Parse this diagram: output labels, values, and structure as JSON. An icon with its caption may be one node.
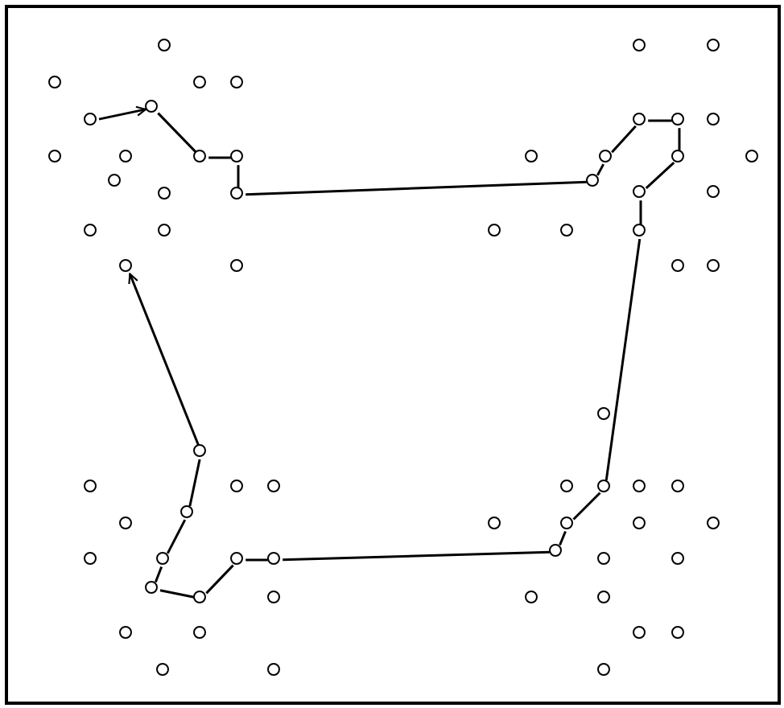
{
  "diagram": {
    "nodes": [
      {
        "text": [],
        "shape": "circle"
      },
      {
        "text": [],
        "shape": "circle"
      },
      {
        "text": [],
        "shape": "circle"
      },
      {
        "text": [],
        "shape": "circle"
      },
      {
        "text": [],
        "shape": "circle"
      },
      {
        "text": [],
        "shape": "circle"
      },
      {
        "text": [],
        "shape": "circle"
      },
      {
        "text": [],
        "shape": "circle"
      },
      {
        "text": [],
        "shape": "circle"
      },
      {
        "text": [],
        "shape": "circle"
      },
      {
        "text": [],
        "shape": "circle"
      },
      {
        "text": [],
        "shape": "circle"
      },
      {
        "text": [],
        "shape": "circle"
      },
      {
        "text": [],
        "shape": "circle"
      },
      {
        "text": [],
        "shape": "circle"
      },
      {
        "text": [],
        "shape": "circle"
      },
      {
        "text": [],
        "shape": "circle"
      },
      {
        "text": [],
        "shape": "circle"
      },
      {
        "text": [],
        "shape": "circle"
      },
      {
        "text": [],
        "shape": "circle"
      },
      {
        "text": [],
        "shape": "circle"
      },
      {
        "text": [],
        "shape": "circle"
      },
      {
        "text": [],
        "shape": "circle"
      },
      {
        "text": [],
        "shape": "circle"
      },
      {
        "text": [],
        "shape": "circle"
      },
      {
        "text": [],
        "shape": "circle"
      },
      {
        "text": [],
        "shape": "circle"
      },
      {
        "text": [],
        "shape": "circle"
      },
      {
        "text": [],
        "shape": "circle"
      },
      {
        "text": [],
        "shape": "circle"
      },
      {
        "text": [],
        "shape": "circle"
      },
      {
        "text": [],
        "shape": "circle"
      },
      {
        "text": [],
        "shape": "circle"
      },
      {
        "text": [],
        "shape": "circle"
      },
      {
        "text": [],
        "shape": "circle"
      },
      {
        "text": [],
        "shape": "circle"
      },
      {
        "text": [],
        "shape": "circle"
      },
      {
        "text": [],
        "shape": "circle"
      },
      {
        "text": [],
        "shape": "circle"
      },
      {
        "text": [],
        "shape": "circle"
      },
      {
        "text": [],
        "shape": "circle"
      },
      {
        "text": [],
        "shape": "circle"
      },
      {
        "text": [],
        "shape": "circle"
      },
      {
        "text": [],
        "shape": "circle"
      },
      {
        "text": [],
        "shape": "circle"
      },
      {
        "text": [],
        "shape": "circle"
      },
      {
        "text": [],
        "shape": "circle"
      },
      {
        "text": [],
        "shape": "circle"
      },
      {
        "text": [],
        "shape": "circle"
      },
      {
        "text": [],
        "shape": "circle"
      },
      {
        "text": [],
        "shape": "circle"
      },
      {
        "text": [],
        "shape": "circle"
      },
      {
        "text": [],
        "shape": "circle"
      },
      {
        "text": [],
        "shape": "circle"
      },
      {
        "text": [],
        "shape": "circle"
      },
      {
        "text": [],
        "shape": "circle"
      },
      {
        "text": [],
        "shape": "circle"
      },
      {
        "text": [],
        "shape": "circle"
      },
      {
        "text": [],
        "shape": "circle"
      },
      {
        "text": [],
        "shape": "circle"
      },
      {
        "text": [],
        "shape": "circle"
      },
      {
        "text": [],
        "shape": "circle"
      },
      {
        "text": [],
        "shape": "circle"
      },
      {
        "text": [],
        "shape": "circle"
      },
      {
        "text": [],
        "shape": "circle"
      },
      {
        "text": [],
        "shape": "circle"
      },
      {
        "text": [],
        "shape": "circle"
      },
      {
        "text": [],
        "shape": "circle"
      }
    ],
    "edges": [
      {
        "from": 6,
        "to": 7,
        "arrow": "to"
      },
      {
        "from": 7,
        "to": 13,
        "arrow": "none"
      },
      {
        "from": 13,
        "to": 14,
        "arrow": "none"
      },
      {
        "from": 14,
        "to": 22,
        "arrow": "none"
      },
      {
        "from": 22,
        "to": 20,
        "arrow": "none"
      },
      {
        "from": 20,
        "to": 16,
        "arrow": "none"
      },
      {
        "from": 16,
        "to": 8,
        "arrow": "none"
      },
      {
        "from": 8,
        "to": 9,
        "arrow": "none"
      },
      {
        "from": 9,
        "to": 17,
        "arrow": "none"
      },
      {
        "from": 17,
        "to": 23,
        "arrow": "none"
      },
      {
        "from": 23,
        "to": 29,
        "arrow": "none"
      },
      {
        "from": 29,
        "to": 40,
        "arrow": "none"
      },
      {
        "from": 40,
        "to": 46,
        "arrow": "none"
      },
      {
        "from": 46,
        "to": 49,
        "arrow": "none"
      },
      {
        "from": 49,
        "to": 53,
        "arrow": "none"
      },
      {
        "from": 53,
        "to": 52,
        "arrow": "none"
      },
      {
        "from": 52,
        "to": 57,
        "arrow": "none"
      },
      {
        "from": 57,
        "to": 56,
        "arrow": "none"
      },
      {
        "from": 56,
        "to": 51,
        "arrow": "none"
      },
      {
        "from": 51,
        "to": 44,
        "arrow": "none"
      },
      {
        "from": 44,
        "to": 35,
        "arrow": "none"
      },
      {
        "from": 35,
        "to": 30,
        "arrow": "to"
      }
    ]
  }
}
